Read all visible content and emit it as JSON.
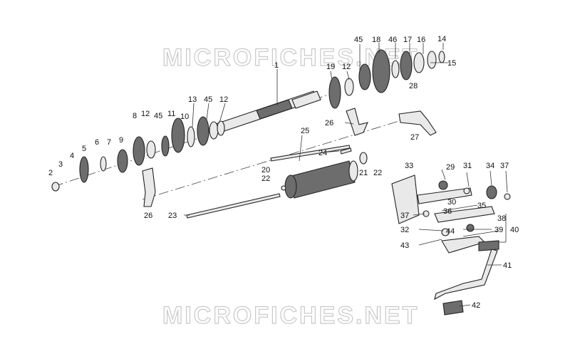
{
  "watermark": "MICROFICHES.NET",
  "callouts": [
    "1",
    "2",
    "3",
    "4",
    "5",
    "6",
    "7",
    "8",
    "9",
    "10",
    "11",
    "12",
    "13",
    "14",
    "15",
    "16",
    "17",
    "18",
    "19",
    "20",
    "21",
    "22",
    "23",
    "24",
    "25",
    "26",
    "27",
    "28",
    "29",
    "30",
    "31",
    "32",
    "33",
    "34",
    "35",
    "36",
    "37",
    "38",
    "39",
    "40",
    "41",
    "42",
    "43",
    "44",
    "45",
    "46"
  ]
}
